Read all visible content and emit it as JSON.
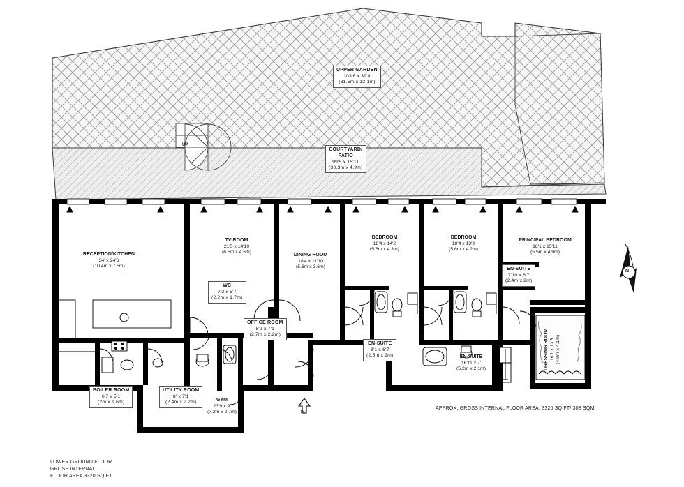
{
  "document": {
    "type": "floor-plan",
    "title": "Lower Ground Floor Plan",
    "footer_lines": "LOWER GROUND FLOOR\nGROSS INTERNAL\nFLOOR AREA 3320 SQ FT",
    "footer_line1": "LOWER GROUND FLOOR",
    "footer_line2": "GROSS INTERNAL",
    "footer_line3": "FLOOR AREA 3320 SQ FT",
    "area_note": "APPROX. GROSS INTERNAL FLOOR AREA:   3320 SQ FT/  308 SQM",
    "compass_letter": "N",
    "stair_label": "UP",
    "entrance_label": "IN"
  },
  "colors": {
    "wall": "#000000",
    "ink": "#1a1a1a",
    "hatch": "#8a8a8a",
    "garden_fill": "#f4f4f4",
    "patio_fill": "#e8e8e8",
    "label_border": "#555555",
    "paper": "#ffffff"
  },
  "outdoor": [
    {
      "id": "upper-garden",
      "name": "UPPER GARDEN",
      "imperial": "103'6 x 39'8",
      "metric": "(31.5m x 12.1m)"
    },
    {
      "id": "courtyard-patio",
      "name": "COURTYARD/",
      "name2": "PATIO",
      "imperial": "99'5 x 15'11",
      "metric": "(30.3m x 4.9m)"
    }
  ],
  "rooms": [
    {
      "id": "reception-kitchen",
      "name": "RECEPTION/KITCHEN",
      "imperial": "34' x 24'6",
      "metric": "(10.4m x 7.5m)"
    },
    {
      "id": "tv-room",
      "name": "TV ROOM",
      "imperial": "21'5 x 14'10",
      "metric": "(6.5m x 4.5m)"
    },
    {
      "id": "dining-room",
      "name": "DINING ROOM",
      "imperial": "18'4 x 11'10",
      "metric": "(5.6m x 3.6m)"
    },
    {
      "id": "bedroom-1",
      "name": "BEDROOM",
      "imperial": "18'4 x 14'2",
      "metric": "(5.6m x 4.3m)"
    },
    {
      "id": "bedroom-2",
      "name": "BEDROOM",
      "imperial": "18'4 x 13'9",
      "metric": "(5.6m x 4.2m)"
    },
    {
      "id": "principal-bedroom",
      "name": "PRINCIPAL BEDROOM",
      "imperial": "18'1 x 15'11",
      "metric": "(5.5m x 4.9m)"
    },
    {
      "id": "ensuite-principal",
      "name": "EN-SUITE",
      "imperial": "7'10 x 6'7",
      "metric": "(2.4m x 2m)"
    },
    {
      "id": "ensuite-middle",
      "name": "EN-SUITE",
      "imperial": "8'1 x 6'7",
      "metric": "(2.5m x 2m)"
    },
    {
      "id": "ensuite-lower",
      "name": "EN-SUITE",
      "imperial": "16'11 x 7'",
      "metric": "(5.2m x 2.1m)"
    },
    {
      "id": "dressing-room",
      "name": "DRESSING ROOM",
      "imperial": "16'1 x 13'5",
      "metric": "(4.9m x 4.1m)"
    },
    {
      "id": "wc",
      "name": "WC",
      "imperial": "7'2 x 5'7",
      "metric": "(2.2m x 1.7m)"
    },
    {
      "id": "office-room",
      "name": "OFFICE ROOM",
      "imperial": "8'9 x 7'1",
      "metric": "(2.7m x 2.2m)"
    },
    {
      "id": "boiler-room",
      "name": "BOILER ROOM",
      "imperial": "6'7 x 5'1",
      "metric": "(2m x 1.6m)"
    },
    {
      "id": "utility-room",
      "name": "UTILITY ROOM",
      "imperial": "8' x 7'1",
      "metric": "(2.4m x 2.2m)"
    },
    {
      "id": "gym",
      "name": "GYM",
      "imperial": "23'9 x 9'",
      "metric": "(7.2m x 2.7m)"
    }
  ]
}
